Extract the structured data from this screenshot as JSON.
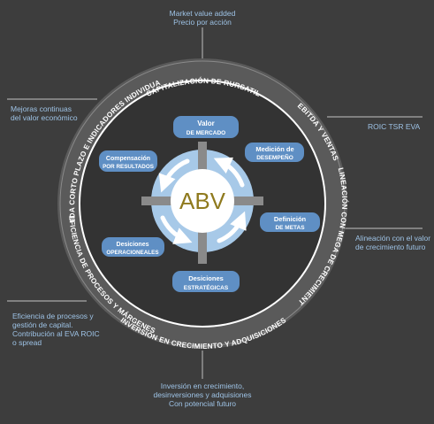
{
  "center": {
    "label": "ABV"
  },
  "ring_labels": {
    "top": "Capitalización de rursatil",
    "right_upper": "Ebitda y ventas",
    "right_lower": "Alineación con mega de crecimiento",
    "bottom": "Inversión en crecimiento y adquisiciones",
    "left_lower": "Eficiencia de procesos y márgenes",
    "left_upper": "Ebitda corto plazo e indicadores individuales"
  },
  "pills": [
    {
      "line1": "Valor",
      "line2": "de mercado"
    },
    {
      "line1": "Medición de",
      "line2": "desempeño"
    },
    {
      "line1": "Definición",
      "line2": "de metas"
    },
    {
      "line1": "Desiciones",
      "line2": "estratégicas"
    },
    {
      "line1": "Desiciones",
      "line2": "operacioneales"
    },
    {
      "line1": "Compensación",
      "line2": "por resultados"
    }
  ],
  "notes": {
    "top": [
      "Market value added",
      "Precio por acción"
    ],
    "left_upper": [
      "Mejoras continuas",
      "del valor económico"
    ],
    "right_upper": [
      "ROIC TSR EVA"
    ],
    "right_lower": [
      "Alineación con  el valor",
      "de crecimiento futuro"
    ],
    "left_lower": [
      "Eficiencia de procesos y",
      "gestión de capital.",
      "Contribución al EVA ROIC",
      "o spread"
    ],
    "bottom": [
      "Inversión en crecimiento,",
      "desinversiones y adquisiones",
      "Con potencial futuro"
    ]
  },
  "colors": {
    "background": "#3d3d3d",
    "outer_ring": "#5a5a5a",
    "inner_disc": "#333333",
    "pill": "#5f8fc4",
    "hub_outer": "#a7c9e8",
    "hub_center": "#ffffff",
    "abv_text": "#8f7a1e",
    "note_text": "#9ec3e6",
    "connector": "#a9a9a9"
  }
}
